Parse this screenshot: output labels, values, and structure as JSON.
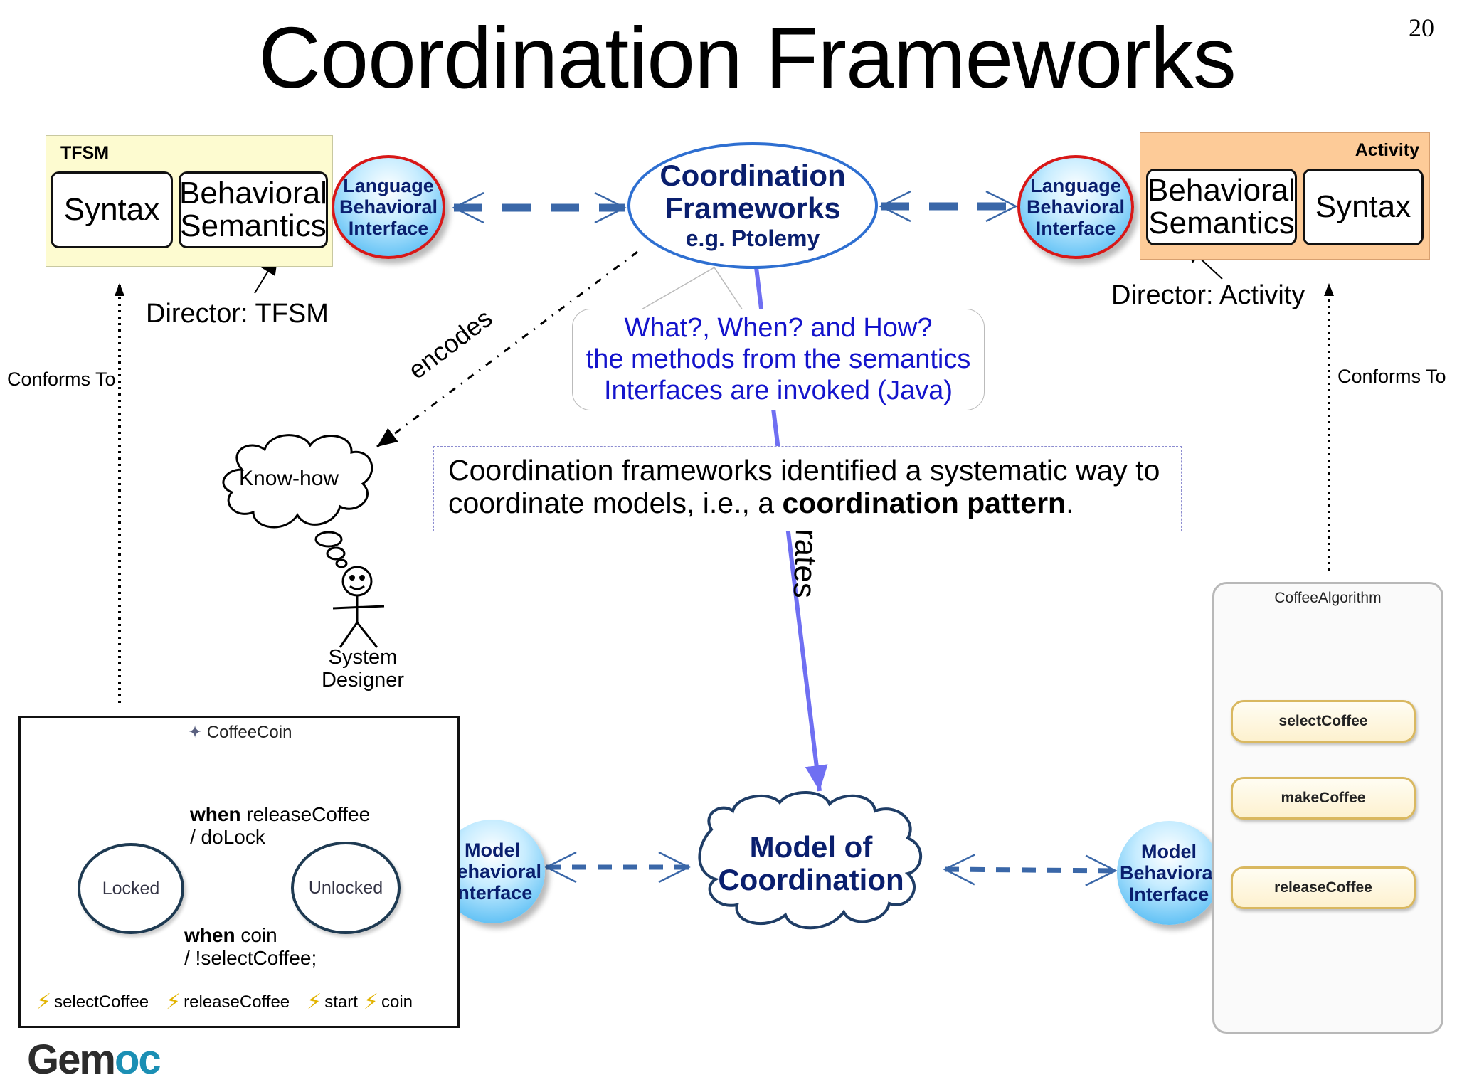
{
  "title": "Coordination Frameworks",
  "slide_number": "20",
  "tfsm": {
    "label": "TFSM",
    "syntax": "Syntax",
    "semantics_line1": "Behavioral",
    "semantics_line2": "Semantics",
    "director": "Director: TFSM"
  },
  "activity": {
    "label": "Activity",
    "syntax": "Syntax",
    "semantics_line1": "Behavioral",
    "semantics_line2": "Semantics",
    "director": "Director: Activity"
  },
  "language_interface": {
    "line1": "Language",
    "line2": "Behavioral",
    "line3": "Interface"
  },
  "coordination_framework": {
    "line1": "Coordination",
    "line2": "Frameworks",
    "line3": "e.g. Ptolemy"
  },
  "callout": {
    "line1": "What?, When? and How?",
    "line2": "the methods from the semantics",
    "line3": "Interfaces are invoked (Java)"
  },
  "note": {
    "text_before": "Coordination frameworks identified a systematic way to coordinate models, i.e., a ",
    "bold": "coordination pattern",
    "text_after": "."
  },
  "conforms_to": "Conforms To",
  "encodes": "encodes",
  "generates_partial": "rates",
  "know_how": "Know-how",
  "designer": {
    "line1": "System",
    "line2": "Designer"
  },
  "model_interface": {
    "line1": "Model",
    "line2": "Behavioral",
    "line3": "Interface"
  },
  "model_of_coordination": {
    "line1": "Model of",
    "line2": "Coordination"
  },
  "coffee_coin": {
    "title": "CoffeeCoin",
    "state_locked": "Locked",
    "state_unlocked": "Unlocked",
    "t1_keyword": "when",
    "t1_event": " releaseCoffee",
    "t1_action": "/ doLock",
    "t2_keyword": "when",
    "t2_event": " coin",
    "t2_action": "/ !selectCoffee;",
    "events": [
      "selectCoffee",
      "releaseCoffee",
      "start",
      "coin"
    ]
  },
  "coffee_algorithm": {
    "title": "CoffeeAlgorithm",
    "actions": [
      "selectCoffee",
      "makeCoffee",
      "releaseCoffee"
    ]
  },
  "logo": {
    "part1": "Gem",
    "part2": "oc"
  },
  "colors": {
    "tfsm_bg": "#fdfbd0",
    "activity_bg": "#fdcb98",
    "interface_dash": "#3a67a8",
    "generates_arrow": "#6f6ff2",
    "callout_text": "#1414cc",
    "bubble_text": "#0a1f6e",
    "red_ring": "#d81818"
  }
}
